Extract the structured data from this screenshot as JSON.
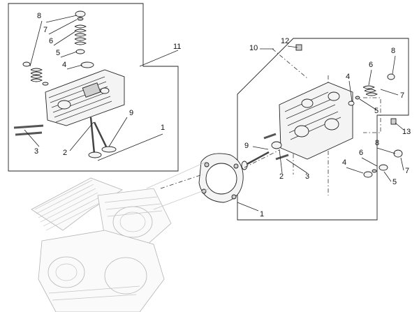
{
  "diagram": {
    "callouts": {
      "left_8": "8",
      "left_7": "7",
      "left_6": "6",
      "left_5": "5",
      "left_4": "4",
      "left_3": "3",
      "left_2": "2",
      "left_9": "9",
      "left_11": "11",
      "left_1": "1",
      "right_12": "12",
      "right_10": "10",
      "right_8": "8",
      "right_6": "6",
      "right_4": "4",
      "right_7": "7",
      "right_5": "5",
      "right_13": "13",
      "right_9": "9",
      "right_8b": "8",
      "right_6b": "6",
      "right_4b": "4",
      "right_7b": "7",
      "right_5b": "5",
      "right_2": "2",
      "right_3": "3",
      "bottom_1": "1"
    }
  }
}
